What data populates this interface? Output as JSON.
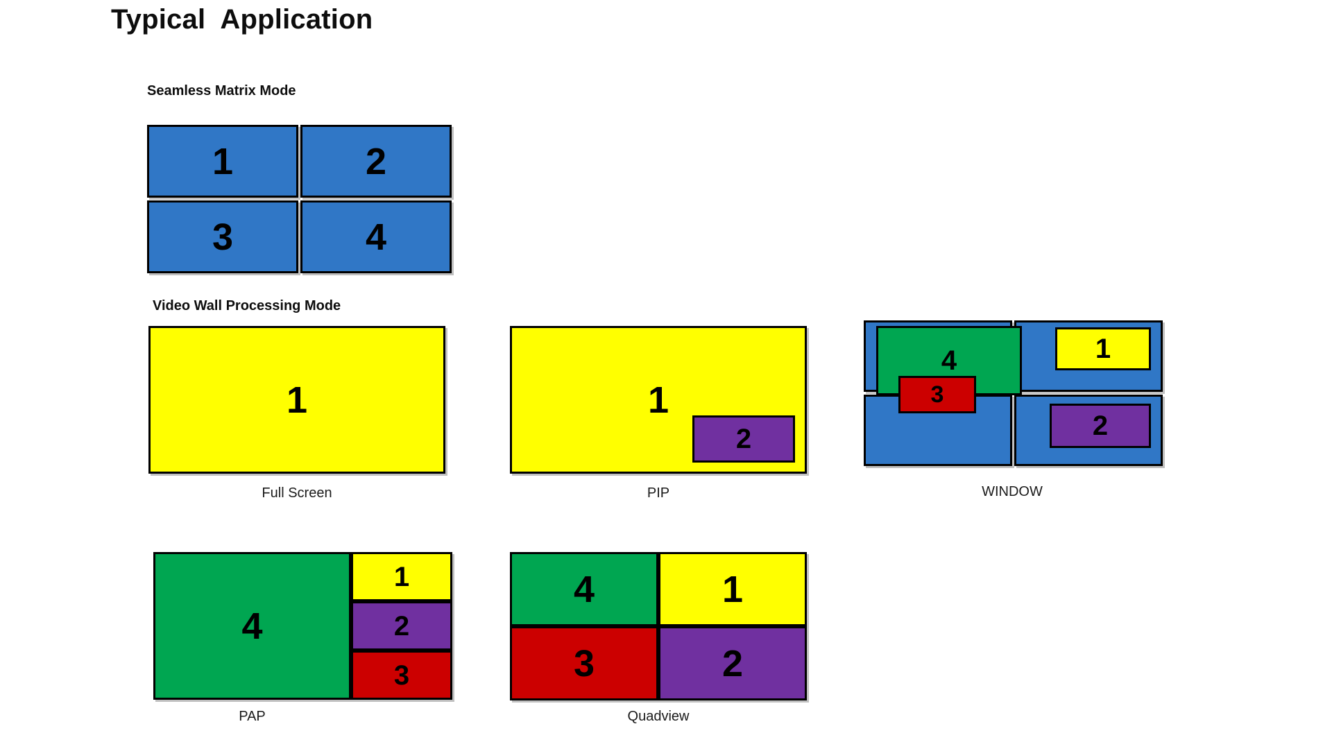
{
  "page": {
    "title": "Typical  Application",
    "background_color": "#FFFFFF"
  },
  "palette": {
    "blue": "#3077C6",
    "yellow": "#FFFF00",
    "purple": "#7030A0",
    "green": "#00A651",
    "red": "#CC0000",
    "outline": "#000000"
  },
  "sections": {
    "seamless": {
      "heading": "Seamless Matrix Mode",
      "cells": [
        {
          "label": "1",
          "color": "blue"
        },
        {
          "label": "2",
          "color": "blue"
        },
        {
          "label": "3",
          "color": "blue"
        },
        {
          "label": "4",
          "color": "blue"
        }
      ]
    },
    "videowall": {
      "heading": "Video Wall Processing Mode",
      "modes": {
        "fullscreen": {
          "caption": "Full Screen",
          "screen_label": "1"
        },
        "pip": {
          "caption": "PIP",
          "main_label": "1",
          "inset_label": "2"
        },
        "window": {
          "caption": "WINDOW",
          "grid_labels": [
            "",
            "",
            "",
            ""
          ],
          "overlays": [
            {
              "label": "4",
              "color": "green"
            },
            {
              "label": "1",
              "color": "yellow"
            },
            {
              "label": "3",
              "color": "red"
            },
            {
              "label": "2",
              "color": "purple"
            }
          ]
        },
        "pap": {
          "caption": "PAP",
          "main_label": "4",
          "sub_labels": [
            "1",
            "2",
            "3"
          ]
        },
        "quadview": {
          "caption": "Quadview",
          "cells": [
            {
              "label": "4",
              "color": "green"
            },
            {
              "label": "1",
              "color": "yellow"
            },
            {
              "label": "3",
              "color": "red"
            },
            {
              "label": "2",
              "color": "purple"
            }
          ]
        }
      }
    }
  }
}
